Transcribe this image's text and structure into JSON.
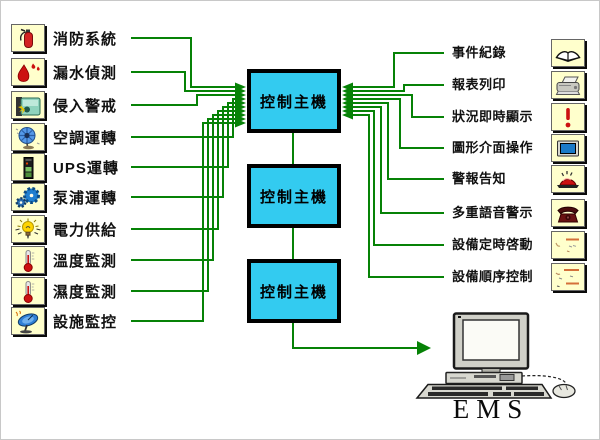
{
  "colors": {
    "line_green": "#068206",
    "host_fill": "#33CBF0",
    "host_border": "#000000",
    "tile_bg": "#FFFFCC"
  },
  "left_panel": {
    "items": [
      {
        "label": "消防系統",
        "icon": "fire-extinguisher-icon",
        "name": "fire-protection"
      },
      {
        "label": "漏水偵測",
        "icon": "water-drops-icon",
        "name": "water-leak-detection"
      },
      {
        "label": "侵入警戒",
        "icon": "intrusion-alarm-icon",
        "name": "intrusion-alert"
      },
      {
        "label": "空調運轉",
        "icon": "fan-icon",
        "name": "hvac-operation"
      },
      {
        "label": "UPS運轉",
        "icon": "ups-battery-icon",
        "name": "ups-operation"
      },
      {
        "label": "泵浦運轉",
        "icon": "gears-icon",
        "name": "pump-operation"
      },
      {
        "label": "電力供給",
        "icon": "light-bulb-icon",
        "name": "power-supply"
      },
      {
        "label": "溫度監測",
        "icon": "thermometer-icon",
        "name": "temperature-monitoring"
      },
      {
        "label": "濕度監測",
        "icon": "thermometer-icon",
        "name": "humidity-monitoring"
      },
      {
        "label": "設施監控",
        "icon": "satellite-dish-icon",
        "name": "facility-monitoring"
      }
    ]
  },
  "right_panel": {
    "items": [
      {
        "label": "事件紀錄",
        "icon": "open-book-icon",
        "name": "event-logging"
      },
      {
        "label": "報表列印",
        "icon": "printer-icon",
        "name": "report-printing"
      },
      {
        "label": "狀況即時顯示",
        "icon": "exclamation-icon",
        "name": "realtime-status-display"
      },
      {
        "label": "圖形介面操作",
        "icon": "monitor-icon",
        "name": "graphic-interface-operation"
      },
      {
        "label": "警報告知",
        "icon": "alarm-light-icon",
        "name": "alarm-notification"
      },
      {
        "label": "多重語音警示",
        "icon": "telephone-icon",
        "name": "multi-voice-alert"
      },
      {
        "label": "設備定時啓動",
        "icon": "schedule-sketch-icon",
        "name": "equipment-scheduled-start"
      },
      {
        "label": "設備順序控制",
        "icon": "sequence-sketch-icon",
        "name": "equipment-sequence-control"
      }
    ]
  },
  "control_hosts": {
    "labels": [
      "控制主機",
      "控制主機",
      "控制主機"
    ]
  },
  "workstation": {
    "label": "EMS"
  }
}
